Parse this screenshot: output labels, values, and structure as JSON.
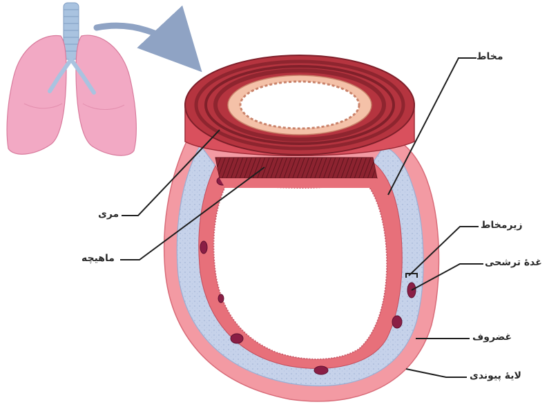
{
  "labels": {
    "mucosa": "مخاط",
    "esophagus": "مری",
    "muscle": "ماهیچه",
    "submucosa": "زیرمخاط",
    "gland": "غدهٔ ترشحی",
    "cartilage": "غضروف",
    "connective": "لایهٔ پیوندی"
  },
  "colors": {
    "lung_pink": "#f2a9c4",
    "trachea_blue": "#a9c3e0",
    "esophagus_wall": "#b5343f",
    "esophagus_dark": "#7e1f2a",
    "cartilage_blue": "#c6d2ea",
    "mucosa_red": "#e7707a",
    "outer_pink": "#f39aa3",
    "gland_purple": "#8a1e45",
    "arrow_blue": "#8fa3c4"
  }
}
